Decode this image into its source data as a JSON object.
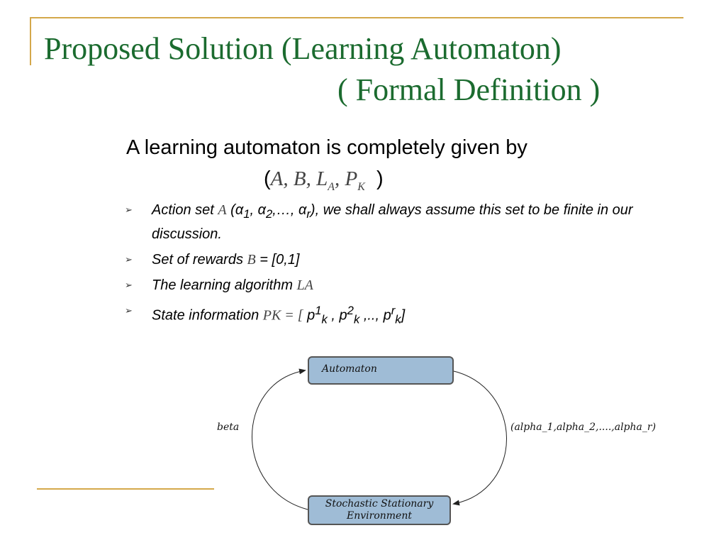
{
  "slide": {
    "title_line1": "Proposed Solution  (Learning Automaton)",
    "title_line2": "( Formal Definition )",
    "intro": "A learning automaton is completely given by",
    "tuple": "(A, B, LA, PK )"
  },
  "bullets": [
    {
      "parts": [
        "Action set ",
        "A",
        " (α",
        "1",
        ", α",
        "2",
        ",…, α",
        "r",
        "), we shall always assume this set to be finite in our discussion."
      ]
    },
    {
      "parts": [
        "Set of rewards ",
        "B",
        " = [0,1]"
      ]
    },
    {
      "parts": [
        "The learning algorithm  ",
        "LA"
      ]
    },
    {
      "parts": [
        "State information ",
        "PK = [",
        " p",
        "1",
        "k",
        " , p",
        "2",
        "k",
        " ,.., p",
        "r",
        "k",
        "]"
      ]
    }
  ],
  "diagram": {
    "automaton_label": "Automaton",
    "environment_label_line1": "Stochastic Stationary",
    "environment_label_line2": "Environment",
    "feedback_label": "beta",
    "action_label": "(alpha_1,alpha_2,....,alpha_r)"
  }
}
